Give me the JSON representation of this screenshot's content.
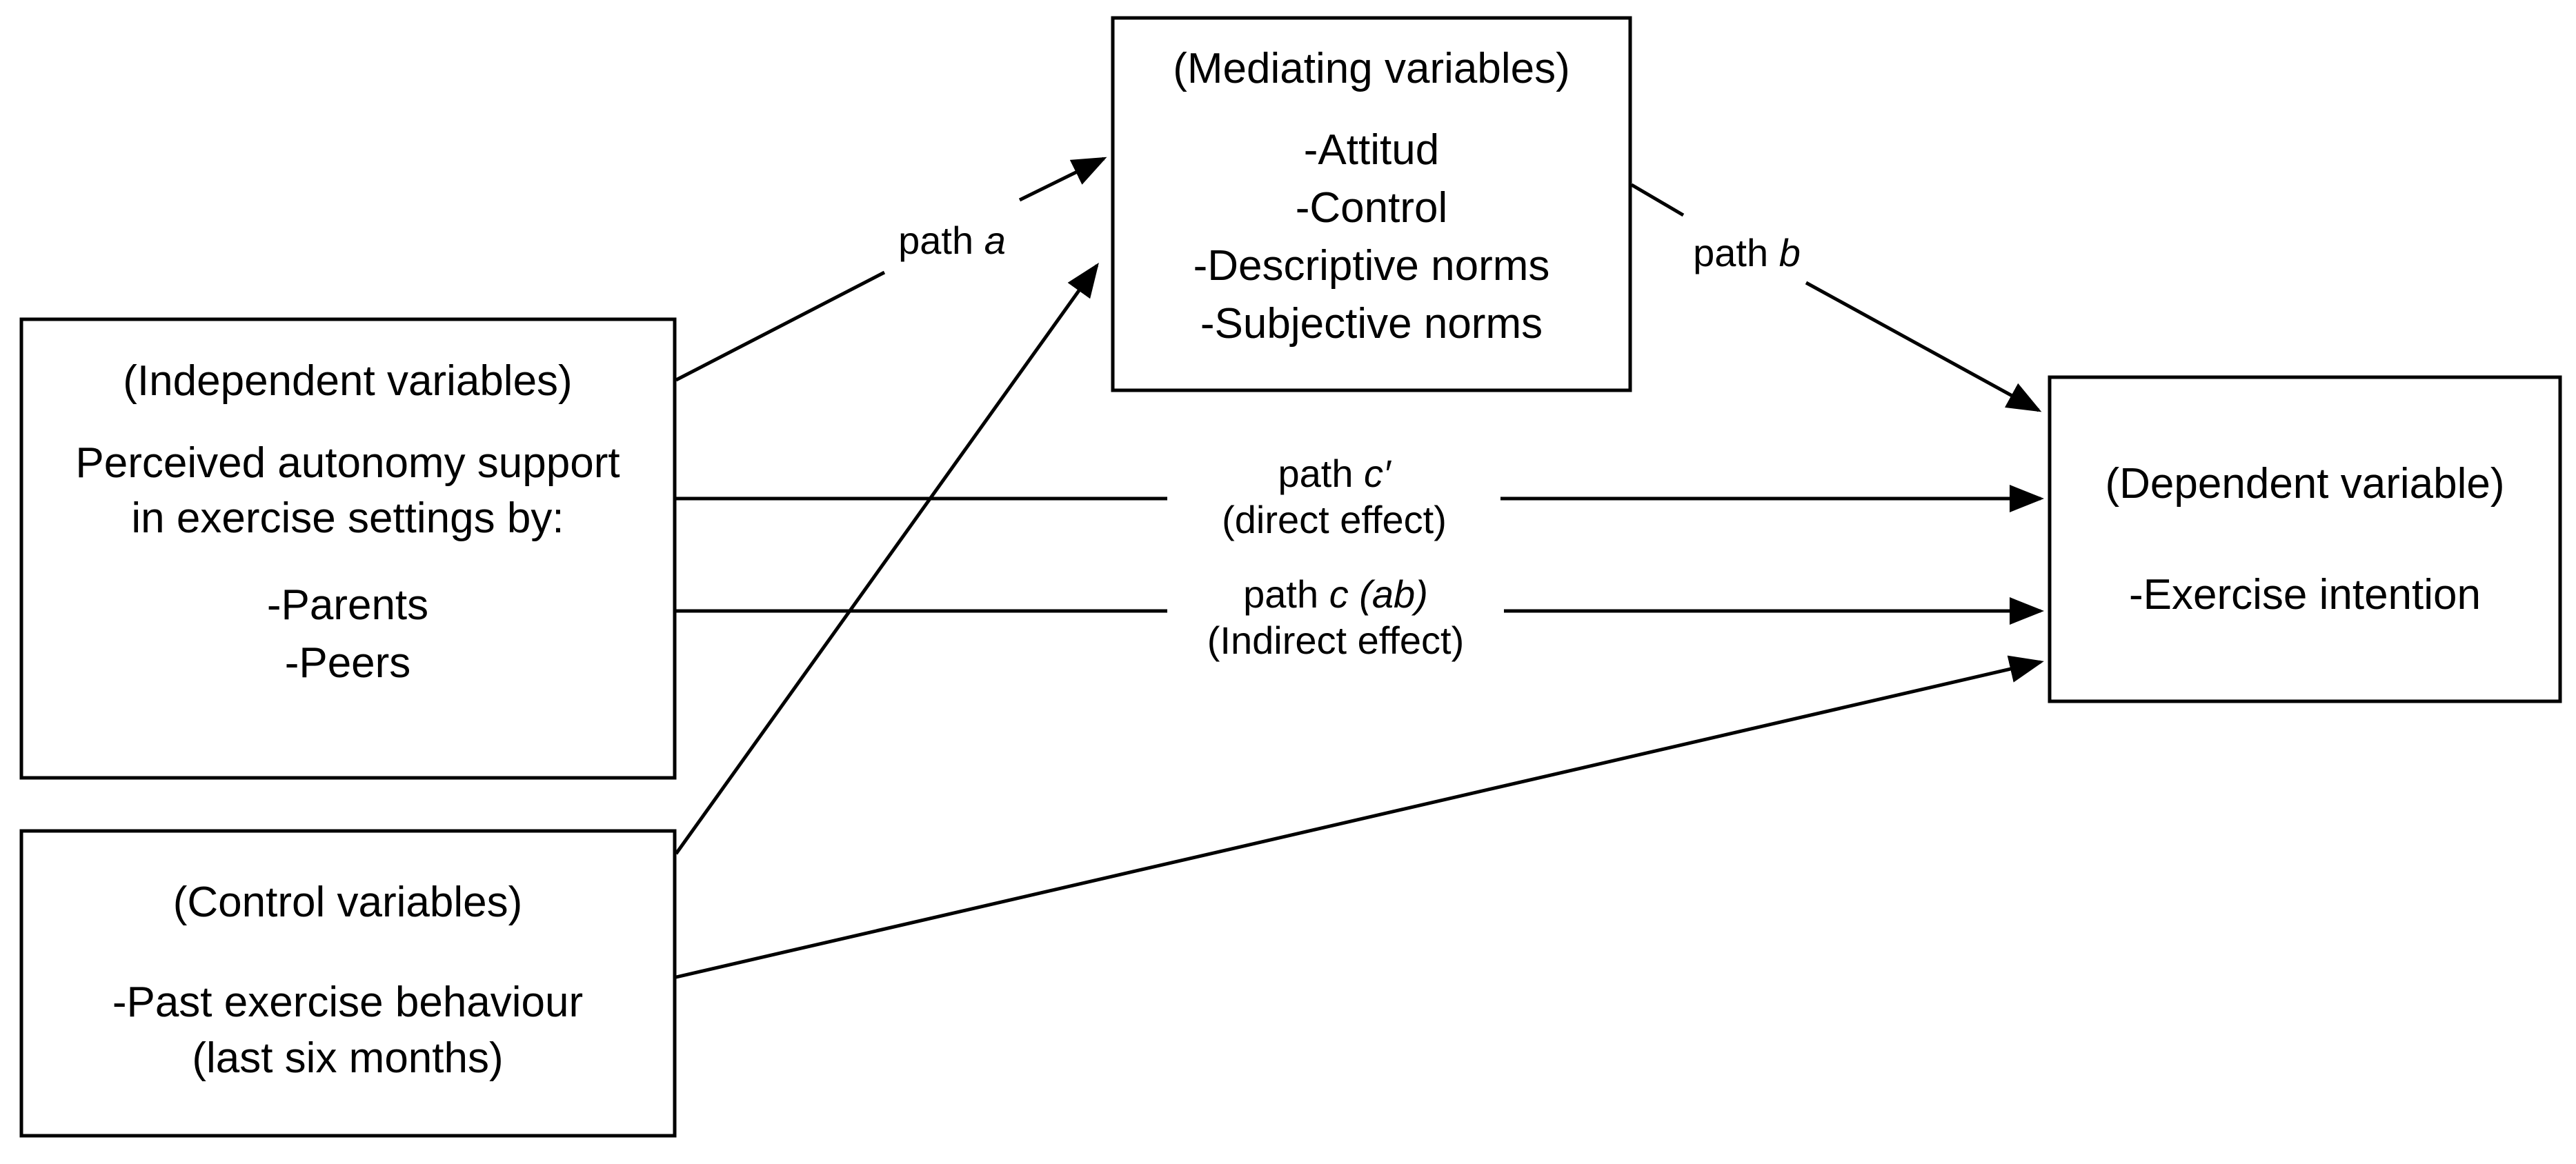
{
  "diagram": {
    "independent": {
      "header": "(Independent variables)",
      "lines": [
        "Perceived autonomy support",
        "in exercise settings by:"
      ],
      "items": [
        "-Parents",
        "-Peers"
      ]
    },
    "control": {
      "header": "(Control variables)",
      "lines": [
        "-Past exercise behaviour",
        "(last six months)"
      ]
    },
    "mediating": {
      "header": "(Mediating variables)",
      "items": [
        "-Attitud",
        "-Control",
        "-Descriptive norms",
        "-Subjective norms"
      ]
    },
    "dependent": {
      "header": "(Dependent variable)",
      "items": [
        "-Exercise intention"
      ]
    },
    "paths": {
      "a": {
        "prefix": "path ",
        "symbol": "a"
      },
      "b": {
        "prefix": "path ",
        "symbol": "b"
      },
      "c_prime": {
        "prefix": "path ",
        "symbol": "c′",
        "note": "(direct effect)"
      },
      "c": {
        "prefix": "path ",
        "symbol": "c (ab)",
        "note": "(Indirect effect)"
      }
    }
  }
}
